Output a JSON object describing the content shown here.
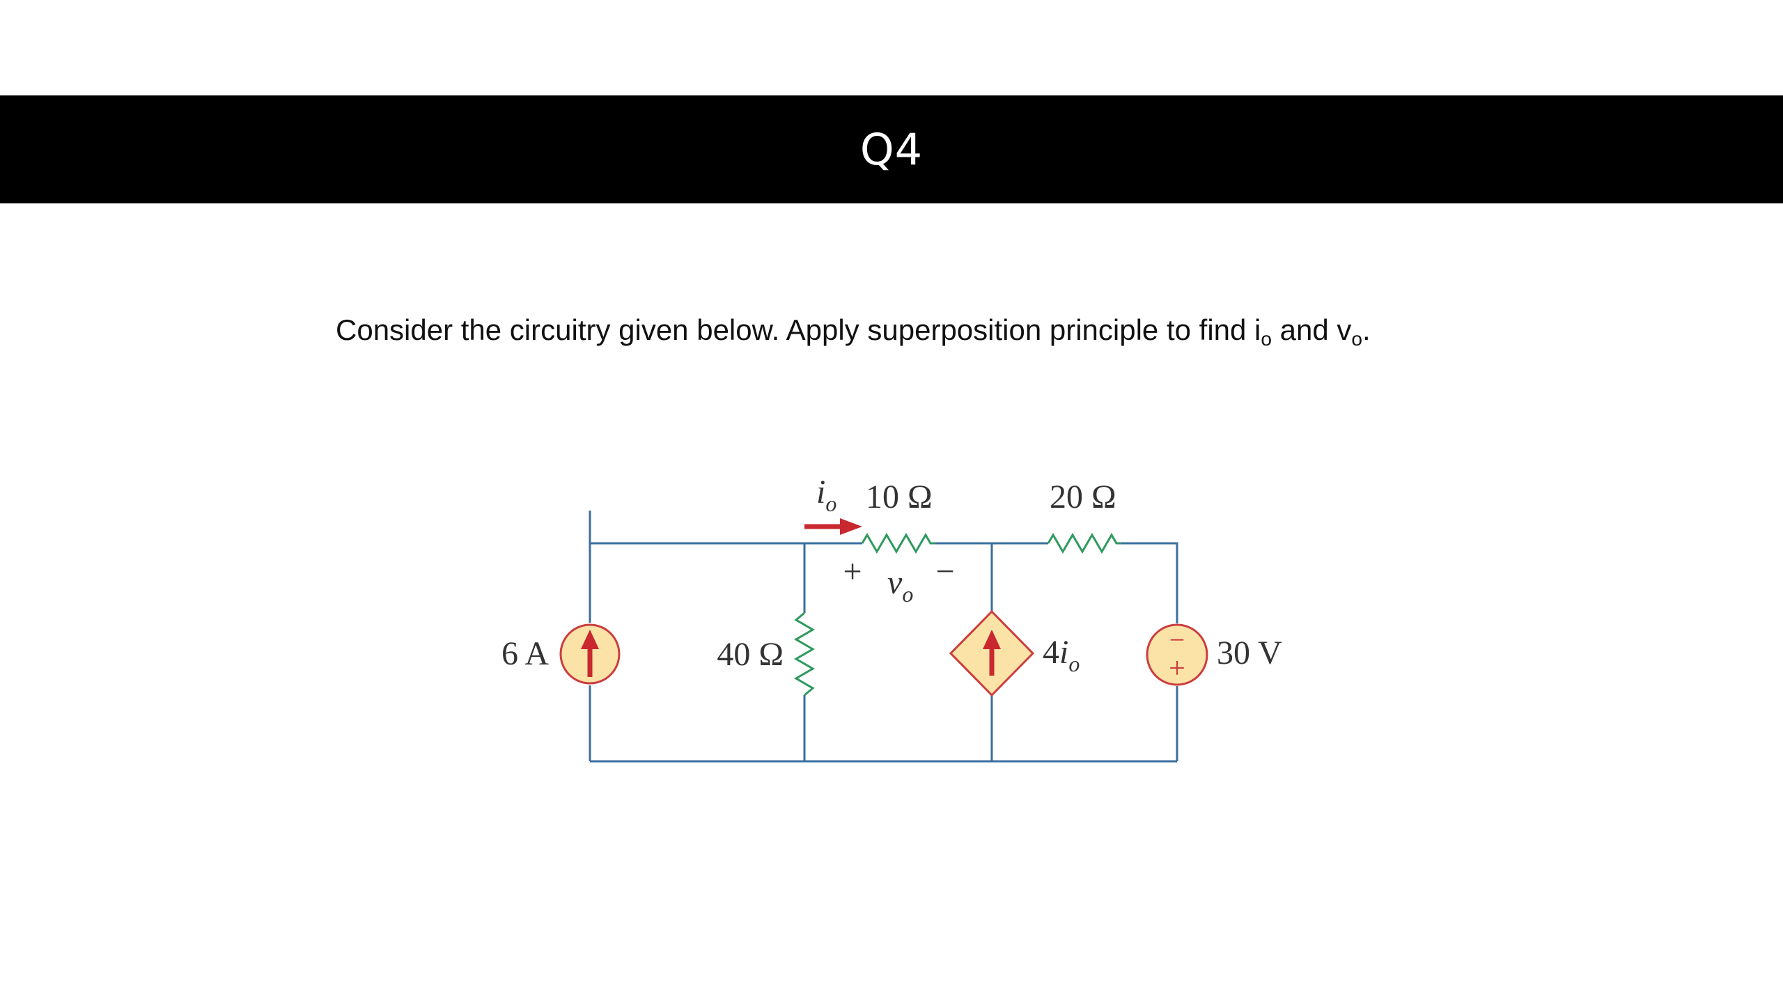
{
  "slide": {
    "title": "Q4",
    "prompt": {
      "text_main": "Consider the circuitry given below. Apply superposition principle to find i",
      "sub1": "o",
      "text_mid": " and v",
      "sub2": "o",
      "text_end": "."
    }
  },
  "circuit": {
    "wire_color": "#3b6e9e",
    "resistor_color": "#2e9a5e",
    "source_fill": "#fbe3a8",
    "source_stroke": "#cc3d3d",
    "arrow_color": "#c8282e",
    "labels": {
      "current_source": "6 A",
      "r40": "40 Ω",
      "r10": "10 Ω",
      "r20": "20 Ω",
      "io_symbol": "i",
      "io_sub": "o",
      "vo_plus": "+",
      "vo_symbol": "v",
      "vo_sub": "o",
      "vo_minus": "−",
      "dep_coef": "4",
      "dep_var": "i",
      "dep_sub": "o",
      "voltage_source": "30 V",
      "vs_minus": "−",
      "vs_plus": "+"
    }
  }
}
